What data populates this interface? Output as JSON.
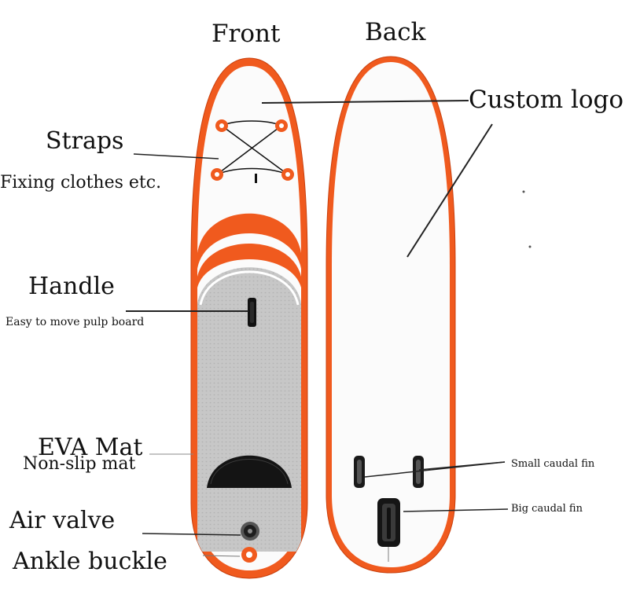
{
  "headings": {
    "front": "Front",
    "back": "Back"
  },
  "labels": {
    "custom_logo": "Custom logo",
    "straps": "Straps",
    "straps_desc": "Fixing clothes etc.",
    "handle": "Handle",
    "handle_desc": "Easy to move pulp board",
    "eva_mat": "EVA Mat",
    "eva_mat_desc": "Non-slip mat",
    "air_valve": "Air valve",
    "ankle_buckle": "Ankle buckle",
    "small_fin": "Small caudal fin",
    "big_fin": "Big caudal fin"
  },
  "colors": {
    "rail_orange": "#f05a1e",
    "board_white": "#fbfbfb",
    "deck_gray": "#c7c7c7",
    "tail_black": "#141414",
    "leader_line": "#222222"
  }
}
